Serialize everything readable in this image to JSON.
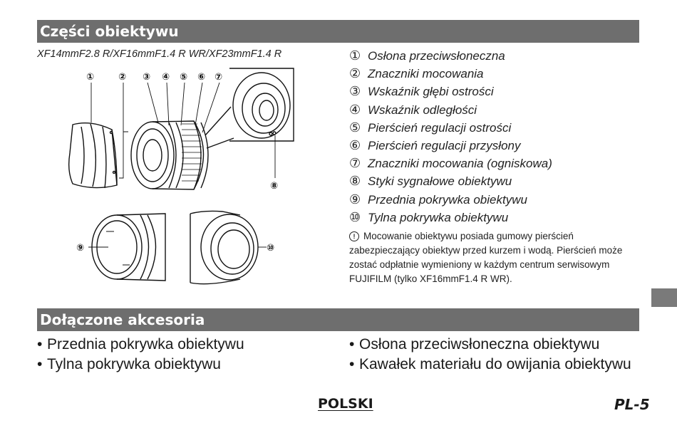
{
  "sections": {
    "parts_title": "Części obiektywu",
    "accessories_title": "Dołączone akcesoria"
  },
  "models_line": "XF14mmF2.8 R/XF16mmF1.4 R WR/XF23mmF1.4 R",
  "diagram": {
    "callouts": [
      "①",
      "②",
      "③",
      "④",
      "⑤",
      "⑥",
      "⑦",
      "⑧",
      "⑨",
      "⑩"
    ]
  },
  "parts": [
    {
      "num": "①",
      "label": "Osłona przeciwsłoneczna"
    },
    {
      "num": "②",
      "label": "Znaczniki mocowania"
    },
    {
      "num": "③",
      "label": "Wskaźnik głębi ostrości"
    },
    {
      "num": "④",
      "label": "Wskaźnik odległości"
    },
    {
      "num": "⑤",
      "label": "Pierścień regulacji ostrości"
    },
    {
      "num": "⑥",
      "label": "Pierścień regulacji przysłony"
    },
    {
      "num": "⑦",
      "label": "Znaczniki mocowania (ogniskowa)"
    },
    {
      "num": "⑧",
      "label": "Styki sygnałowe obiektywu"
    },
    {
      "num": "⑨",
      "label": "Przednia pokrywka obiektywu"
    },
    {
      "num": "⑩",
      "label": "Tylna pokrywka obiektywu"
    }
  ],
  "note": {
    "icon": "caution-icon",
    "text": "Mocowanie obiektywu posiada gumowy pierścień zabezpieczający obiektyw przed kurzem i wodą. Pierścień może zostać odpłatnie wymieniony w każdym centrum serwisowym FUJIFILM (tylko XF16mmF1.4 R WR)."
  },
  "accessories": {
    "left": [
      "Przednia pokrywka obiektywu",
      "Tylna pokrywka obiektywu"
    ],
    "right": [
      "Osłona przeciwsłoneczna obiektywu",
      "Kawałek materiału do owijania obiektywu"
    ],
    "bullet": "•"
  },
  "footer": {
    "language": "POLSKI",
    "page": "PL-5"
  },
  "colors": {
    "section_bar": "#6e6e6e",
    "side_tab": "#7a7a7a",
    "text": "#1a1a1a"
  }
}
